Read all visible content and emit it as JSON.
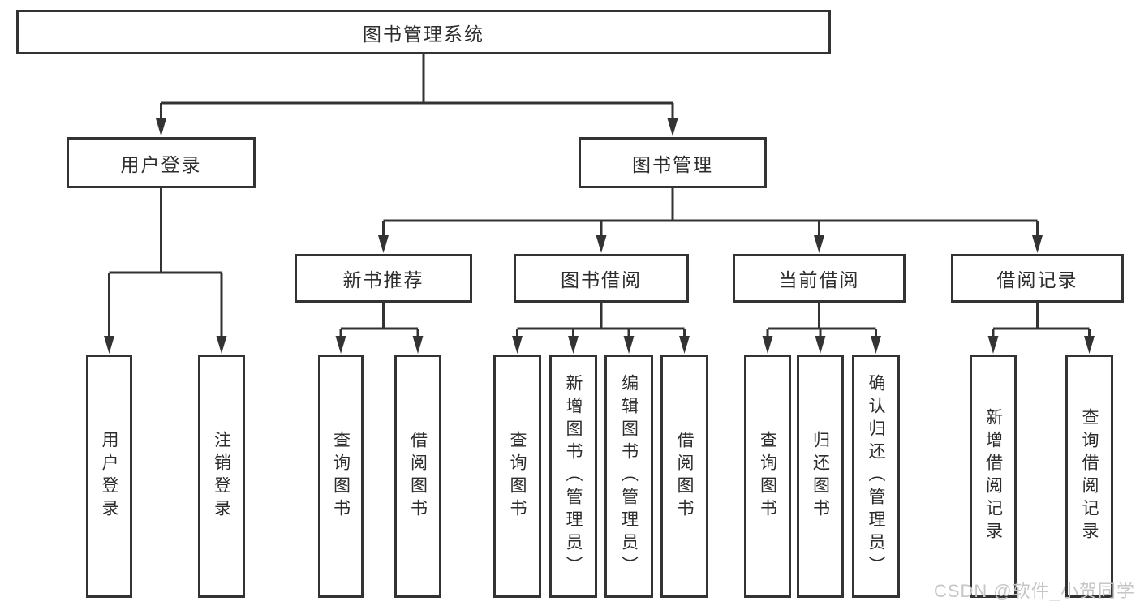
{
  "colors": {
    "line": "#333333",
    "text": "#2d2d2d",
    "background": "#ffffff",
    "watermark": "#c6c6c6"
  },
  "watermark": {
    "text": "CSDN @软件_小贺同学"
  },
  "tree": {
    "label": "图书管理系统",
    "children": [
      {
        "label": "用户登录",
        "children": [
          {
            "label": "用户登录"
          },
          {
            "label": "注销登录"
          }
        ]
      },
      {
        "label": "图书管理",
        "children": [
          {
            "label": "新书推荐",
            "children": [
              {
                "label": "查询图书"
              },
              {
                "label": "借阅图书"
              }
            ]
          },
          {
            "label": "图书借阅",
            "children": [
              {
                "label": "查询图书"
              },
              {
                "label": "新增图书（管理员）"
              },
              {
                "label": "编辑图书（管理员）"
              },
              {
                "label": "借阅图书"
              }
            ]
          },
          {
            "label": "当前借阅",
            "children": [
              {
                "label": "查询图书"
              },
              {
                "label": "归还图书"
              },
              {
                "label": "确认归还（管理员）"
              }
            ]
          },
          {
            "label": "借阅记录",
            "children": [
              {
                "label": "新增借阅记录"
              },
              {
                "label": "查询借阅记录"
              }
            ]
          }
        ]
      }
    ]
  }
}
